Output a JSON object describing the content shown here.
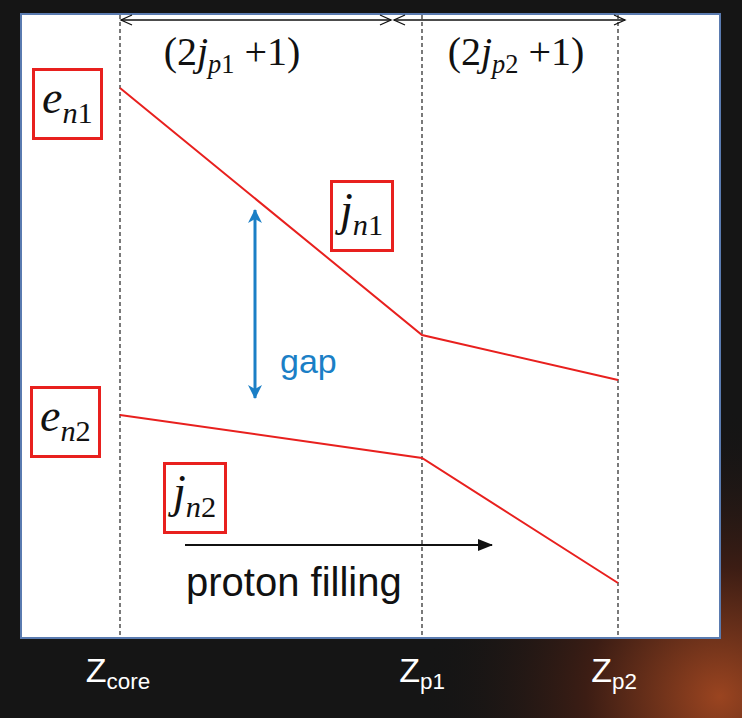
{
  "diagram": {
    "nodes": [
      {
        "text": [
          "en1"
        ]
      },
      {
        "text": [
          "jn1"
        ]
      },
      {
        "text": [
          "en2"
        ]
      },
      {
        "text": [
          "jn2"
        ]
      }
    ],
    "labels": [
      "(2jp1 +1)",
      "(2jp2 +1)",
      "gap",
      "proton filling",
      "Zcore",
      "Zp1",
      "Zp2"
    ]
  }
}
